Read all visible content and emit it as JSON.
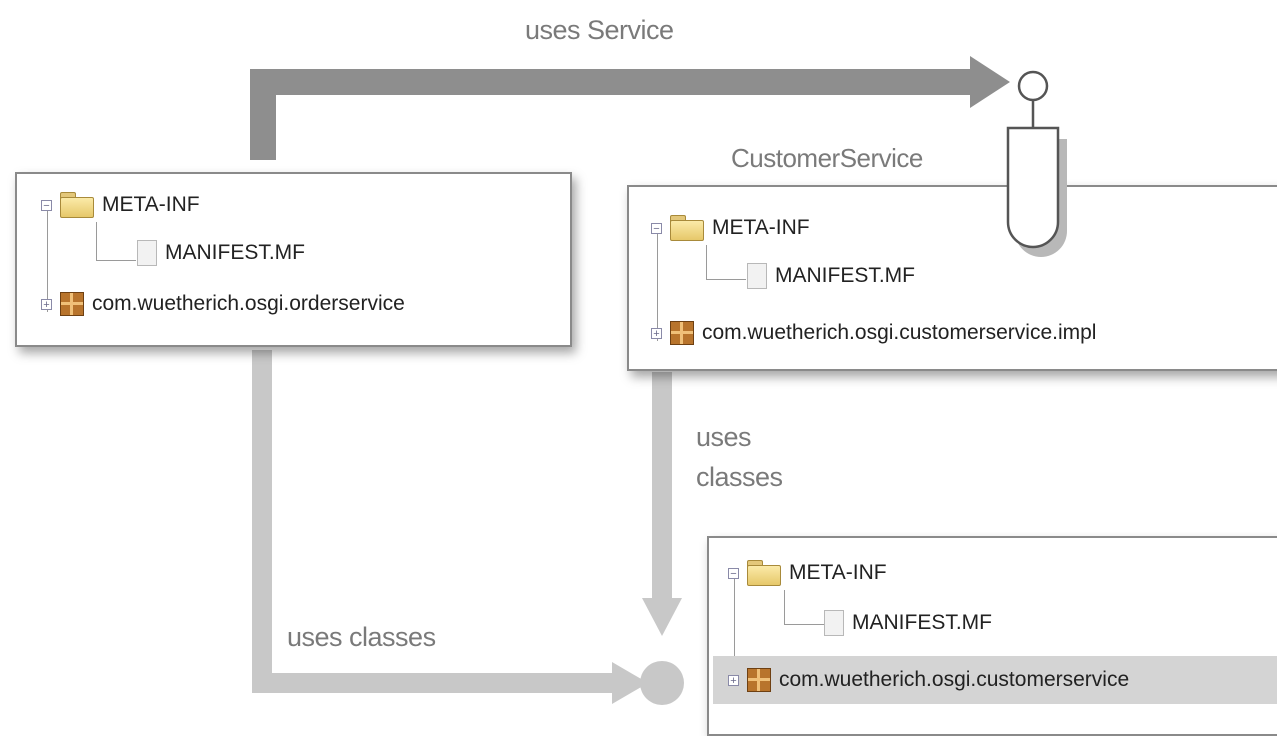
{
  "diagram": {
    "edges": {
      "uses_service": "uses Service",
      "uses_classes_vertical": [
        "uses",
        "classes"
      ],
      "uses_classes_bottom": "uses classes"
    },
    "service_label": "CustomerService",
    "bundles": {
      "orderservice": {
        "folder": "META-INF",
        "file": "MANIFEST.MF",
        "package": "com.wuetherich.osgi.orderservice"
      },
      "customerservice_impl": {
        "folder": "META-INF",
        "file": "MANIFEST.MF",
        "package": "com.wuetherich.osgi.customerservice.impl"
      },
      "customerservice": {
        "folder": "META-INF",
        "file": "MANIFEST.MF",
        "package": "com.wuetherich.osgi.customerservice"
      }
    }
  },
  "colors": {
    "dark_arrow": "#8e8e8e",
    "light_arrow": "#c8c8c8",
    "label_text": "#7a7a7a",
    "highlight_row": "#d4d4d4"
  },
  "icons": {
    "expander": "plus-minus-box",
    "folder": "folder-icon",
    "file": "file-icon",
    "package": "package-icon"
  }
}
